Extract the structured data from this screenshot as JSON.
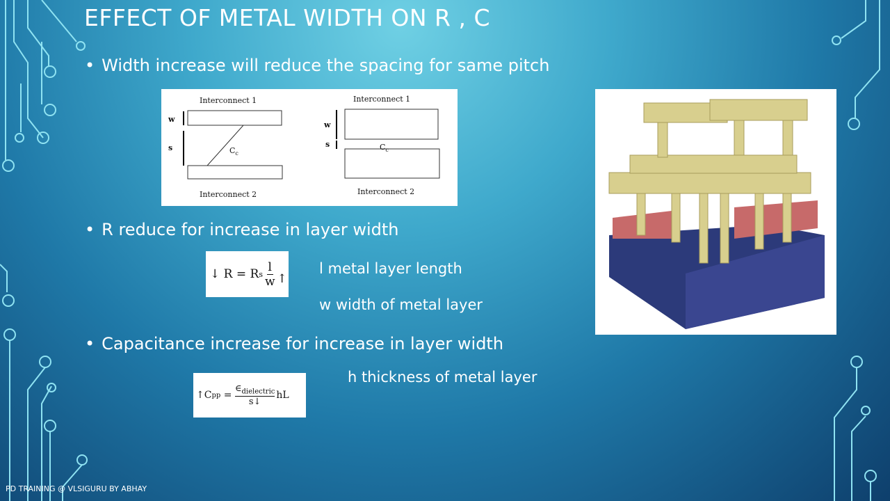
{
  "title": "Effect of metal width on R , C",
  "bullets": [
    "Width increase will reduce the spacing for same pitch",
    "R reduce for increase in layer width",
    "Capacitance increase for increase in layer width"
  ],
  "diagram": {
    "interconnect1": "Interconnect 1",
    "interconnect2": "Interconnect 2",
    "w": "w",
    "s": "s",
    "cc": "C",
    "cc_sub": "c"
  },
  "formula_r": {
    "lhs": "↓ R = R",
    "sub": "s",
    "num": "l",
    "den": "w",
    "arrow": "↑"
  },
  "formula_c": {
    "lhs": "↑C",
    "sub": "pp",
    "eq": " = ",
    "num": "∈",
    "num_sub": "dielectric",
    "den": "s↓",
    "tail": "hL"
  },
  "notes": {
    "l": "l metal layer length",
    "w": "w width of metal layer",
    "h": "h thickness of metal layer"
  },
  "footer": "PD Training @ VLSIGURU by Abhay"
}
